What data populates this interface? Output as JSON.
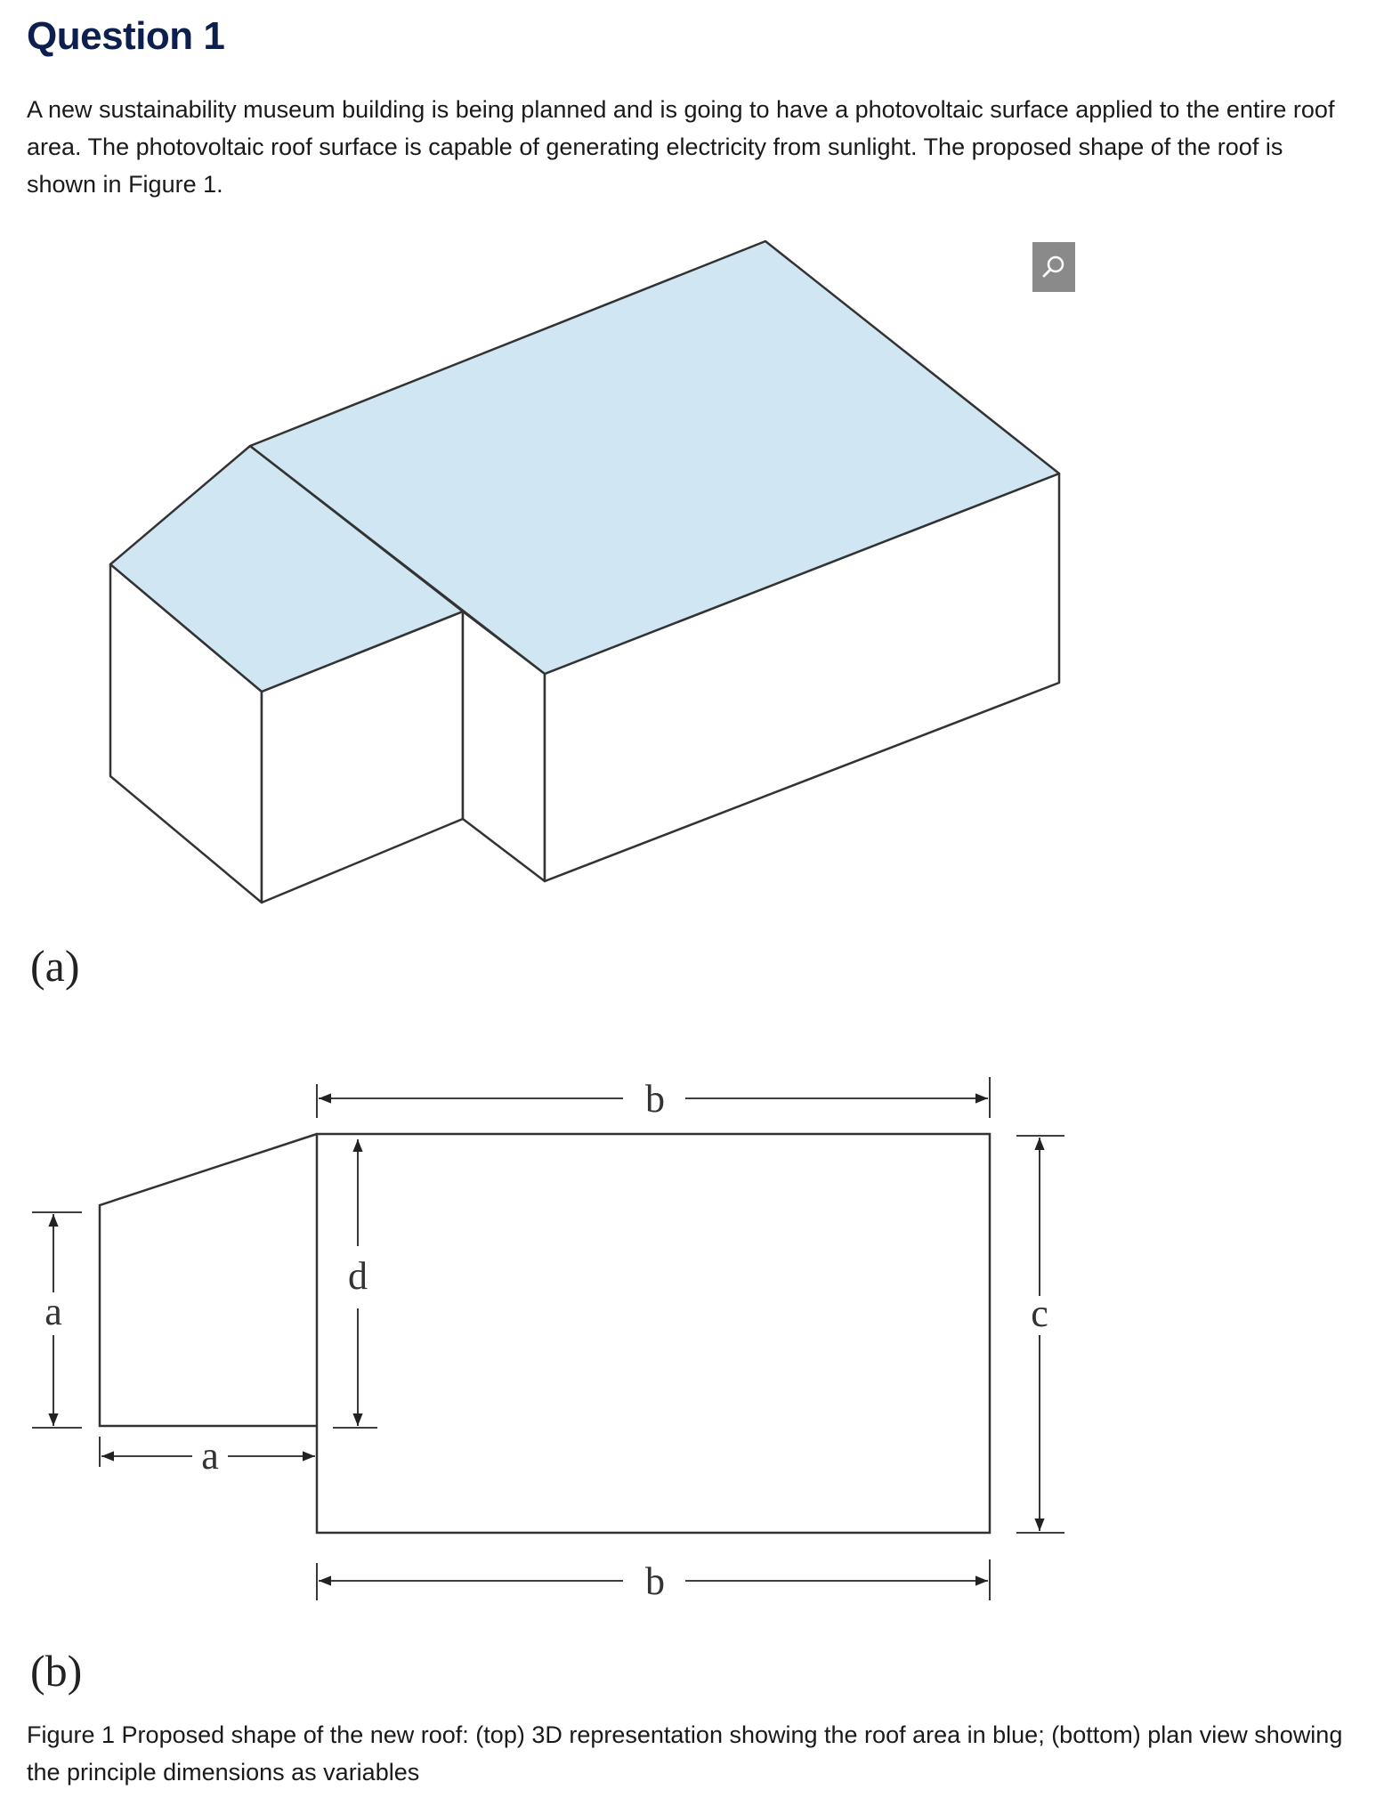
{
  "question": {
    "title": "Question 1",
    "intro": "A new sustainability museum building is being planned and is going to have a photovoltaic surface applied to the entire roof area. The photovoltaic roof surface is capable of generating electricity from sunlight. The proposed shape of the roof is shown in Figure 1."
  },
  "figure": {
    "panel_a_label": "(a)",
    "panel_b_label": "(b)",
    "dimension_labels": {
      "b_top": "b",
      "b_bottom": "b",
      "a_left": "a",
      "a_bottom": "a",
      "d": "d",
      "c": "c"
    },
    "roof_color": "#d0e6f3",
    "caption": "Figure 1 Proposed shape of the new roof: (top) 3D representation showing the roof area in blue; (bottom) plan view showing the principle dimensions as variables",
    "zoom_icon": "magnifier-icon"
  }
}
